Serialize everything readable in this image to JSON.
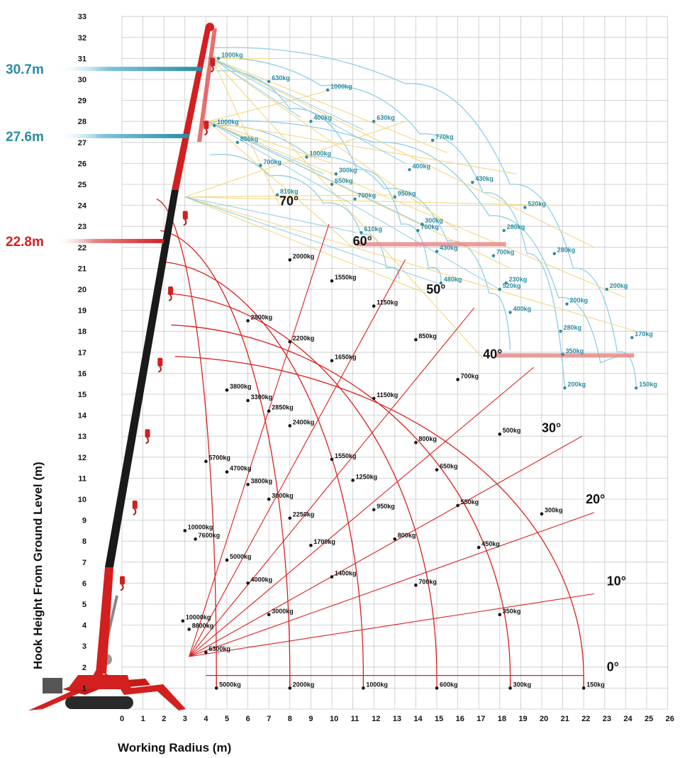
{
  "chart_data": {
    "type": "range-diagram",
    "xlabel": "Working Radius (m)",
    "ylabel": "Hook Height From Ground Level (m)",
    "xlim": [
      0,
      26
    ],
    "ylim": [
      0,
      33
    ],
    "x_ticks": [
      "0",
      "1",
      "2",
      "3",
      "4",
      "5",
      "6",
      "7",
      "8",
      "9",
      "10",
      "11",
      "12",
      "13",
      "14",
      "15",
      "16",
      "17",
      "18",
      "19",
      "20",
      "21",
      "22",
      "23",
      "24",
      "25",
      "26"
    ],
    "y_ticks": [
      "1",
      "2",
      "3",
      "4",
      "5",
      "6",
      "7",
      "8",
      "9",
      "10",
      "11",
      "12",
      "13",
      "14",
      "15",
      "16",
      "17",
      "18",
      "19",
      "20",
      "21",
      "22",
      "23",
      "24",
      "25",
      "26",
      "27",
      "28",
      "29",
      "30",
      "31",
      "32",
      "33"
    ],
    "boom_lengths": [
      {
        "label": "30.7m",
        "color": "#2a8ca3",
        "y": 30.5
      },
      {
        "label": "27.6m",
        "color": "#2a8ca3",
        "y": 27.3
      },
      {
        "label": "22.8m",
        "color": "#d32020",
        "y": 22.3
      }
    ],
    "angles": [
      {
        "label": "70°",
        "x": 7.5,
        "y": 24.0
      },
      {
        "label": "60°",
        "x": 11.0,
        "y": 22.1
      },
      {
        "label": "50°",
        "x": 14.5,
        "y": 19.8
      },
      {
        "label": "40°",
        "x": 17.2,
        "y": 16.7
      },
      {
        "label": "30°",
        "x": 20.0,
        "y": 13.2
      },
      {
        "label": "20°",
        "x": 22.1,
        "y": 9.8
      },
      {
        "label": "10°",
        "x": 23.1,
        "y": 5.9
      },
      {
        "label": "0°",
        "x": 23.1,
        "y": 1.8
      }
    ],
    "red_loads": [
      {
        "label": "5000kg",
        "x": 4.5,
        "y": 1.0
      },
      {
        "label": "2000kg",
        "x": 8.0,
        "y": 1.0
      },
      {
        "label": "1000kg",
        "x": 11.5,
        "y": 1.0
      },
      {
        "label": "600kg",
        "x": 15.0,
        "y": 1.0
      },
      {
        "label": "300kg",
        "x": 18.5,
        "y": 1.0
      },
      {
        "label": "150kg",
        "x": 22.0,
        "y": 1.0
      },
      {
        "label": "6300kg",
        "x": 4.0,
        "y": 2.7
      },
      {
        "label": "8800kg",
        "x": 3.2,
        "y": 3.8
      },
      {
        "label": "10000kg",
        "x": 2.9,
        "y": 4.2
      },
      {
        "label": "3000kg",
        "x": 7.0,
        "y": 4.5
      },
      {
        "label": "350kg",
        "x": 18.0,
        "y": 4.5
      },
      {
        "label": "4000kg",
        "x": 6.0,
        "y": 6.0
      },
      {
        "label": "1400kg",
        "x": 10.0,
        "y": 6.3
      },
      {
        "label": "700kg",
        "x": 14.0,
        "y": 5.9
      },
      {
        "label": "5000kg",
        "x": 5.0,
        "y": 7.1
      },
      {
        "label": "7600kg",
        "x": 3.5,
        "y": 8.1
      },
      {
        "label": "10000kg",
        "x": 3.0,
        "y": 8.5
      },
      {
        "label": "1700kg",
        "x": 9.0,
        "y": 7.8
      },
      {
        "label": "800kg",
        "x": 13.0,
        "y": 8.1
      },
      {
        "label": "450kg",
        "x": 17.0,
        "y": 7.7
      },
      {
        "label": "2250kg",
        "x": 8.0,
        "y": 9.1
      },
      {
        "label": "3000kg",
        "x": 7.0,
        "y": 10.0
      },
      {
        "label": "950kg",
        "x": 12.0,
        "y": 9.5
      },
      {
        "label": "550kg",
        "x": 16.0,
        "y": 9.7
      },
      {
        "label": "300kg",
        "x": 20.0,
        "y": 9.3
      },
      {
        "label": "3800kg",
        "x": 6.0,
        "y": 10.7
      },
      {
        "label": "1250kg",
        "x": 11.0,
        "y": 10.9
      },
      {
        "label": "4700kg",
        "x": 5.0,
        "y": 11.3
      },
      {
        "label": "5700kg",
        "x": 4.0,
        "y": 11.8
      },
      {
        "label": "1550kg",
        "x": 10.0,
        "y": 11.9
      },
      {
        "label": "650kg",
        "x": 15.0,
        "y": 11.4
      },
      {
        "label": "800kg",
        "x": 14.0,
        "y": 12.7
      },
      {
        "label": "500kg",
        "x": 18.0,
        "y": 13.1
      },
      {
        "label": "2400kg",
        "x": 8.0,
        "y": 13.5
      },
      {
        "label": "2850kg",
        "x": 7.0,
        "y": 14.2
      },
      {
        "label": "3300kg",
        "x": 6.0,
        "y": 14.7
      },
      {
        "label": "3800kg",
        "x": 5.0,
        "y": 15.2
      },
      {
        "label": "1150kg",
        "x": 12.0,
        "y": 14.8
      },
      {
        "label": "700kg",
        "x": 16.0,
        "y": 15.7
      },
      {
        "label": "1650kg",
        "x": 10.0,
        "y": 16.6
      },
      {
        "label": "2200kg",
        "x": 8.0,
        "y": 17.5
      },
      {
        "label": "850kg",
        "x": 14.0,
        "y": 17.6
      },
      {
        "label": "2800kg",
        "x": 6.0,
        "y": 18.5
      },
      {
        "label": "1150kg",
        "x": 12.0,
        "y": 19.2
      },
      {
        "label": "1550kg",
        "x": 10.0,
        "y": 20.4
      },
      {
        "label": "2000kg",
        "x": 8.0,
        "y": 21.4
      }
    ],
    "blue_loads": [
      {
        "label": "1000kg",
        "x": 4.6,
        "y": 31.0
      },
      {
        "label": "630kg",
        "x": 7.0,
        "y": 29.9
      },
      {
        "label": "1000kg",
        "x": 9.8,
        "y": 29.5
      },
      {
        "label": "400kg",
        "x": 9.0,
        "y": 28.0
      },
      {
        "label": "630kg",
        "x": 12.0,
        "y": 28.0
      },
      {
        "label": "1000kg",
        "x": 4.4,
        "y": 27.8
      },
      {
        "label": "770kg",
        "x": 14.8,
        "y": 27.1
      },
      {
        "label": "850kg",
        "x": 5.5,
        "y": 27.0
      },
      {
        "label": "1000kg",
        "x": 8.8,
        "y": 26.3
      },
      {
        "label": "700kg",
        "x": 6.6,
        "y": 25.9
      },
      {
        "label": "400kg",
        "x": 13.7,
        "y": 25.7
      },
      {
        "label": "300kg",
        "x": 10.2,
        "y": 25.5
      },
      {
        "label": "650kg",
        "x": 10.0,
        "y": 25.0
      },
      {
        "label": "430kg",
        "x": 16.7,
        "y": 25.1
      },
      {
        "label": "810kg",
        "x": 7.4,
        "y": 24.5
      },
      {
        "label": "700kg",
        "x": 11.1,
        "y": 24.3
      },
      {
        "label": "950kg",
        "x": 13.0,
        "y": 24.4
      },
      {
        "label": "520kg",
        "x": 19.2,
        "y": 23.9
      },
      {
        "label": "300kg",
        "x": 14.3,
        "y": 23.1
      },
      {
        "label": "700kg",
        "x": 14.1,
        "y": 22.8
      },
      {
        "label": "280kg",
        "x": 18.2,
        "y": 22.8
      },
      {
        "label": "610kg",
        "x": 11.4,
        "y": 22.7
      },
      {
        "label": "430kg",
        "x": 15.0,
        "y": 21.8
      },
      {
        "label": "700kg",
        "x": 17.7,
        "y": 21.6
      },
      {
        "label": "280kg",
        "x": 20.6,
        "y": 21.7
      },
      {
        "label": "480kg",
        "x": 15.2,
        "y": 20.3
      },
      {
        "label": "230kg",
        "x": 18.3,
        "y": 20.3
      },
      {
        "label": "520kg",
        "x": 18.0,
        "y": 20.0
      },
      {
        "label": "200kg",
        "x": 23.1,
        "y": 20.0
      },
      {
        "label": "200kg",
        "x": 21.2,
        "y": 19.3
      },
      {
        "label": "400kg",
        "x": 18.5,
        "y": 18.9
      },
      {
        "label": "280kg",
        "x": 20.9,
        "y": 18.0
      },
      {
        "label": "170kg",
        "x": 24.3,
        "y": 17.7
      },
      {
        "label": "350kg",
        "x": 21.0,
        "y": 16.9
      },
      {
        "label": "200kg",
        "x": 21.1,
        "y": 15.3
      },
      {
        "label": "150kg",
        "x": 24.5,
        "y": 15.3
      }
    ],
    "radius_arcs": [
      4.5,
      8.0,
      11.5,
      15.0,
      18.5,
      22.0
    ],
    "angle_lines": [
      0,
      10,
      20,
      30,
      40,
      50,
      60,
      70
    ],
    "colors": {
      "red": "#d82020",
      "blue": "#8ccfe6",
      "yellow": "#f4d780",
      "teal": "#2a8ca3",
      "grid": "#c8c8c8"
    }
  }
}
